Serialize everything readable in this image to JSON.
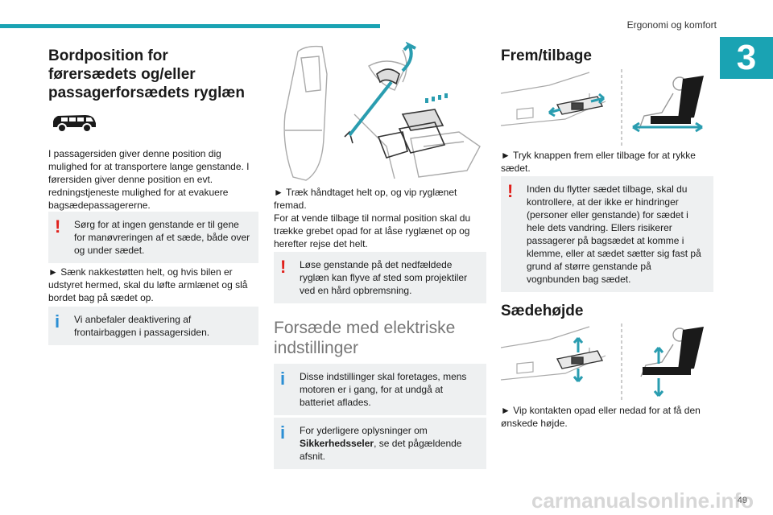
{
  "header": {
    "title": "Ergonomi og komfort",
    "chapter": "3"
  },
  "col1": {
    "heading": "Bordposition for førersædets og/eller passagerforsædets ryglæn",
    "para1": "I passagersiden giver denne position dig mulighed for at transportere lange genstande. I førersiden giver denne position en evt. redningstjeneste mulighed for at evakuere bagsædepassagererne.",
    "warn1": "Sørg for at ingen genstande er til gene for manøvreringen af et sæde, både over og under sædet.",
    "step1": "► Sænk nakkestøtten helt, og hvis bilen er udstyret hermed, skal du løfte armlænet og slå bordet bag på sædet op.",
    "info1": "Vi anbefaler deaktivering af frontairbaggen i passagersiden."
  },
  "col2": {
    "step1": "► Træk håndtaget helt op, og vip ryglænet fremad.",
    "para1": "For at vende tilbage til normal position skal du trække grebet opad for at låse ryglænet op og herefter rejse det helt.",
    "warn1": "Løse genstande på det nedfældede ryglæn kan flyve af sted som projektiler ved en hård opbremsning.",
    "section": "Forsæde med elektriske indstillinger",
    "info1": "Disse indstillinger skal foretages, mens motoren er i gang, for at undgå at batteriet aflades.",
    "info2_pre": "For yderligere oplysninger om",
    "info2_bold": "Sikkerhedsseler",
    "info2_post": ", se det pågældende afsnit."
  },
  "col3": {
    "heading1": "Frem/tilbage",
    "step1": "► Tryk knappen frem eller tilbage for at rykke sædet.",
    "warn1": "Inden du flytter sædet tilbage, skal du kontrollere, at der ikke er hindringer (personer eller genstande) for sædet i hele dets vandring. Ellers risikerer passagerer på bagsædet at komme i klemme, eller at sædet sætter sig fast på grund af større genstande på vognbunden bag sædet.",
    "heading2": "Sædehøjde",
    "step2": "► Vip kontakten opad eller nedad for at få den ønskede højde."
  },
  "footer": {
    "page": "49",
    "watermark": "carmanualsonline.info"
  },
  "colors": {
    "accent": "#1aa3b3",
    "warning": "#e0201b",
    "info": "#2b8fd4",
    "arrow": "#2a9db0"
  }
}
